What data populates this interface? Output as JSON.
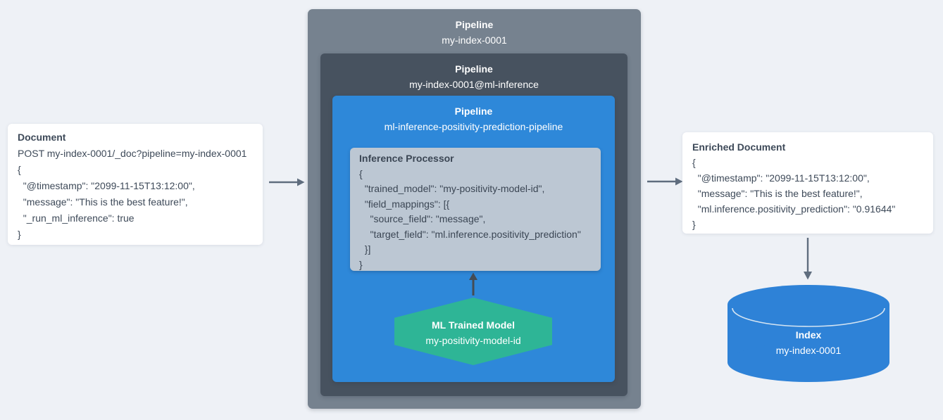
{
  "colors": {
    "background": "#eef1f6",
    "pipeline_outer": "#76828f",
    "pipeline_mid": "#47525f",
    "pipeline_blue": "#2e88d9",
    "processor_bg": "#bcc7d3",
    "model_teal": "#2eb596",
    "cylinder_blue": "#2e82d7",
    "cylinder_rim": "#d4e4f2",
    "arrow": "#5f6d7e",
    "arrow_dark": "#454c54",
    "text_dark": "#3e4a59",
    "text_white": "#ffffff"
  },
  "document_card": {
    "title": "Document",
    "lines": [
      "POST my-index-0001/_doc?pipeline=my-index-0001",
      "{",
      "  \"@timestamp\": \"2099-11-15T13:12:00\",",
      "  \"message\": \"This is the best feature!\",",
      "  \"_run_ml_inference\": true",
      "}"
    ]
  },
  "pipeline_outer": {
    "label": "Pipeline",
    "name": "my-index-0001"
  },
  "pipeline_ml_inference": {
    "label": "Pipeline",
    "name": "my-index-0001@ml-inference"
  },
  "pipeline_prediction": {
    "label": "Pipeline",
    "name": "ml-inference-positivity-prediction-pipeline"
  },
  "inference_processor": {
    "title": "Inference Processor",
    "lines": [
      "{",
      "  \"trained_model\": \"my-positivity-model-id\",",
      "  \"field_mappings\": [{",
      "    \"source_field\": \"message\",",
      "    \"target_field\": \"ml.inference.positivity_prediction\"",
      "  }]",
      "}"
    ]
  },
  "trained_model": {
    "title": "ML Trained Model",
    "name": "my-positivity-model-id"
  },
  "enriched_card": {
    "title": "Enriched Document",
    "lines": [
      "{",
      "  \"@timestamp\": \"2099-11-15T13:12:00\",",
      "  \"message\": \"This is the best feature!\",",
      "  \"ml.inference.positivity_prediction\": \"0.91644\"",
      "}"
    ]
  },
  "index_cylinder": {
    "title": "Index",
    "name": "my-index-0001"
  }
}
